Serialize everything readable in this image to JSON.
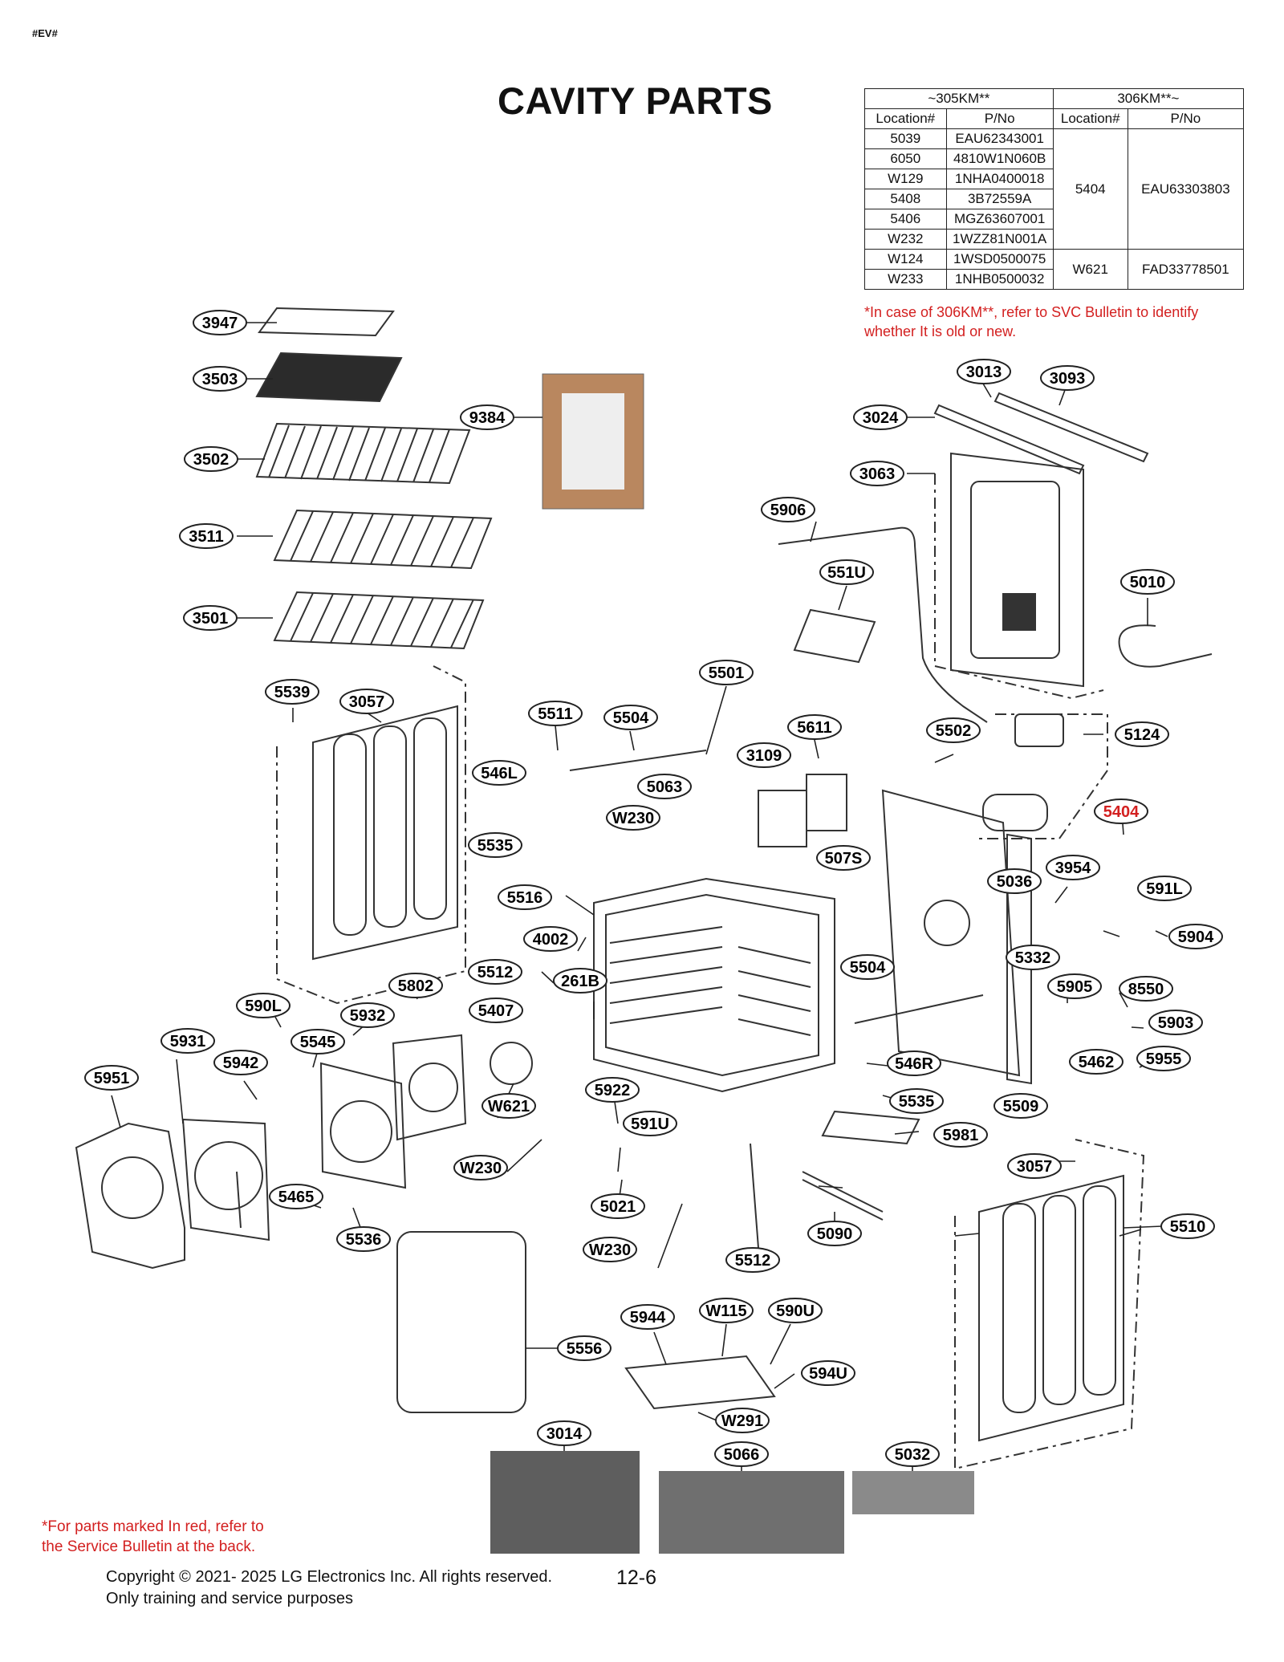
{
  "doc_code": "#EV#",
  "title": "CAVITY PARTS",
  "table": {
    "group_left": "~305KM**",
    "group_right": "306KM**~",
    "col_location": "Location#",
    "col_pno": "P/No",
    "left_rows": [
      {
        "loc": "5039",
        "pno": "EAU62343001"
      },
      {
        "loc": "6050",
        "pno": "4810W1N060B"
      },
      {
        "loc": "W129",
        "pno": "1NHA0400018"
      },
      {
        "loc": "5408",
        "pno": "3B72559A"
      },
      {
        "loc": "5406",
        "pno": "MGZ63607001"
      },
      {
        "loc": "W232",
        "pno": "1WZZ81N001A"
      },
      {
        "loc": "W124",
        "pno": "1WSD0500075"
      },
      {
        "loc": "W233",
        "pno": "1NHB0500032"
      }
    ],
    "right_rows": [
      {
        "loc": "5404",
        "pno": "EAU63303803"
      },
      {
        "loc": "W621",
        "pno": "FAD33778501"
      }
    ]
  },
  "note_306": [
    "*In case of 306KM**, refer to SVC Bulletin to identify",
    "whether It is old or new."
  ],
  "note_red": [
    "*For parts marked In red, refer to",
    "the Service Bulletin at the back."
  ],
  "copyright": [
    "Copyright © 2021- 2025 LG Electronics Inc. All rights reserved.",
    "Only training and service purposes"
  ],
  "page_number": "12-6",
  "colors": {
    "red": "#d32020",
    "line": "#222222"
  },
  "callouts": [
    {
      "id": "c3947",
      "label": "3947"
    },
    {
      "id": "c3503",
      "label": "3503"
    },
    {
      "id": "c9384",
      "label": "9384"
    },
    {
      "id": "c3502",
      "label": "3502"
    },
    {
      "id": "c3511",
      "label": "3511"
    },
    {
      "id": "c3501",
      "label": "3501"
    },
    {
      "id": "c3013",
      "label": "3013"
    },
    {
      "id": "c3093",
      "label": "3093"
    },
    {
      "id": "c3024",
      "label": "3024"
    },
    {
      "id": "c3063",
      "label": "3063"
    },
    {
      "id": "c5906",
      "label": "5906"
    },
    {
      "id": "c551U",
      "label": "551U"
    },
    {
      "id": "c5010",
      "label": "5010"
    },
    {
      "id": "c5539",
      "label": "5539"
    },
    {
      "id": "c3057a",
      "label": "3057"
    },
    {
      "id": "c5501",
      "label": "5501"
    },
    {
      "id": "c5511",
      "label": "5511"
    },
    {
      "id": "c5504a",
      "label": "5504"
    },
    {
      "id": "c5611",
      "label": "5611"
    },
    {
      "id": "c5502",
      "label": "5502"
    },
    {
      "id": "c5124",
      "label": "5124"
    },
    {
      "id": "c546L",
      "label": "546L"
    },
    {
      "id": "c3109",
      "label": "3109"
    },
    {
      "id": "c5063",
      "label": "5063"
    },
    {
      "id": "c5404",
      "label": "5404",
      "red": true
    },
    {
      "id": "cW230a",
      "label": "W230"
    },
    {
      "id": "c5535a",
      "label": "5535"
    },
    {
      "id": "c507S",
      "label": "507S"
    },
    {
      "id": "c3954",
      "label": "3954"
    },
    {
      "id": "c5036",
      "label": "5036"
    },
    {
      "id": "c591L",
      "label": "591L"
    },
    {
      "id": "c5516",
      "label": "5516"
    },
    {
      "id": "c4002",
      "label": "4002"
    },
    {
      "id": "c5904",
      "label": "5904"
    },
    {
      "id": "c5332",
      "label": "5332"
    },
    {
      "id": "c5512a",
      "label": "5512"
    },
    {
      "id": "c261B",
      "label": "261B"
    },
    {
      "id": "c5504b",
      "label": "5504"
    },
    {
      "id": "c5905",
      "label": "5905"
    },
    {
      "id": "c8550",
      "label": "8550"
    },
    {
      "id": "c5802",
      "label": "5802"
    },
    {
      "id": "c590L",
      "label": "590L"
    },
    {
      "id": "c5407",
      "label": "5407"
    },
    {
      "id": "c5932",
      "label": "5932"
    },
    {
      "id": "c5903",
      "label": "5903"
    },
    {
      "id": "c5931",
      "label": "5931"
    },
    {
      "id": "c5545",
      "label": "5545"
    },
    {
      "id": "c5942",
      "label": "5942"
    },
    {
      "id": "c5955",
      "label": "5955"
    },
    {
      "id": "c5462",
      "label": "5462"
    },
    {
      "id": "c546R",
      "label": "546R"
    },
    {
      "id": "c5951",
      "label": "5951"
    },
    {
      "id": "cW621",
      "label": "W621"
    },
    {
      "id": "c5922",
      "label": "5922"
    },
    {
      "id": "c5535b",
      "label": "5535"
    },
    {
      "id": "c5509",
      "label": "5509"
    },
    {
      "id": "c591U",
      "label": "591U"
    },
    {
      "id": "c5981",
      "label": "5981"
    },
    {
      "id": "cW230b",
      "label": "W230"
    },
    {
      "id": "c3057b",
      "label": "3057"
    },
    {
      "id": "c5465",
      "label": "5465"
    },
    {
      "id": "c5021",
      "label": "5021"
    },
    {
      "id": "c5536",
      "label": "5536"
    },
    {
      "id": "c5090",
      "label": "5090"
    },
    {
      "id": "c5510",
      "label": "5510"
    },
    {
      "id": "cW230c",
      "label": "W230"
    },
    {
      "id": "c5512b",
      "label": "5512"
    },
    {
      "id": "cW115",
      "label": "W115"
    },
    {
      "id": "c590U",
      "label": "590U"
    },
    {
      "id": "c5944",
      "label": "5944"
    },
    {
      "id": "c5556",
      "label": "5556"
    },
    {
      "id": "c594U",
      "label": "594U"
    },
    {
      "id": "cW291",
      "label": "W291"
    },
    {
      "id": "c3014",
      "label": "3014"
    },
    {
      "id": "c5066",
      "label": "5066"
    },
    {
      "id": "c5032",
      "label": "5032"
    }
  ]
}
